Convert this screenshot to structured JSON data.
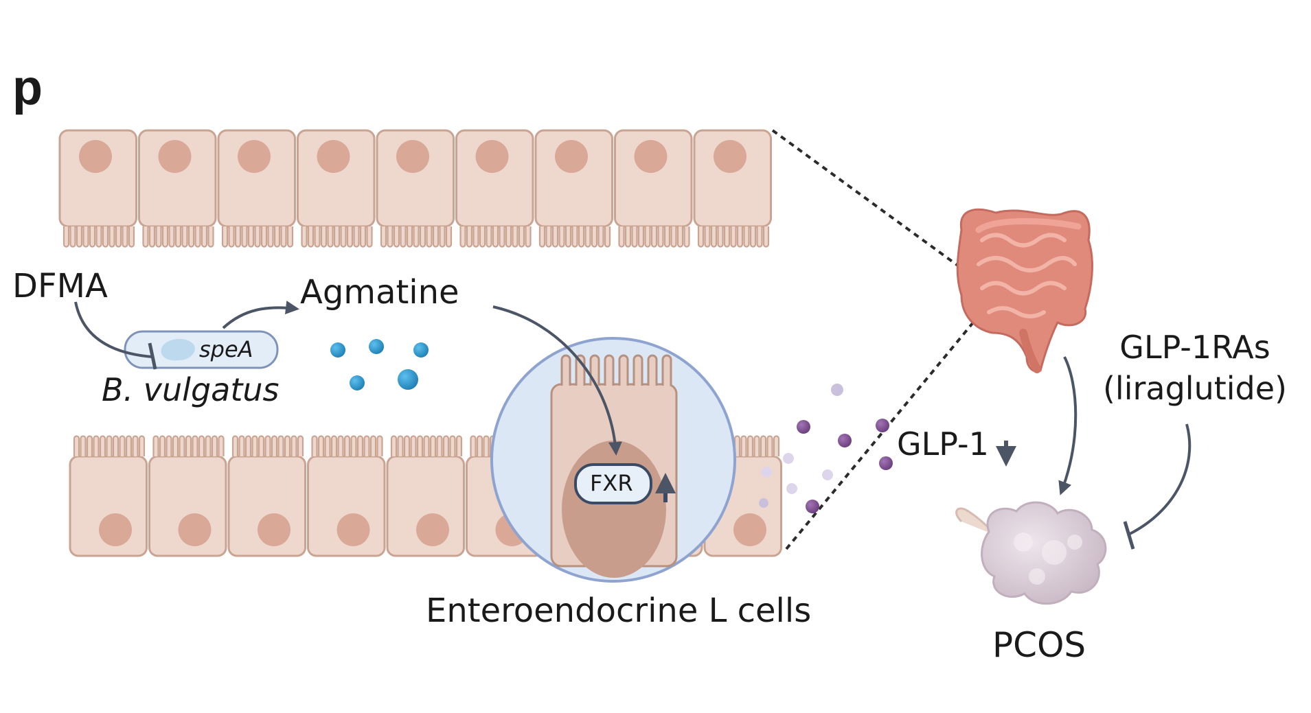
{
  "panel_letter": "p",
  "labels": {
    "dfma": "DFMA",
    "agmatine": "Agmatine",
    "spea": "speA",
    "b_vulgatus": "B. vulgatus",
    "fxr": "FXR",
    "enteroendocrine": "Enteroendocrine L cells",
    "glp1": "GLP-1",
    "glp1ras_line1": "GLP-1RAs",
    "glp1ras_line2": "(liraglutide)",
    "pcos": "PCOS"
  },
  "colors": {
    "cell_fill": "#eed8cd",
    "cell_stroke": "#caa493",
    "nucleus": "#d9a896",
    "arrow": "#4c5566",
    "agmatine_dot": "#1f8fc4",
    "glp1_dot": "#7b4b8c",
    "glp1_dot_light": "#c9c0dc",
    "bacteria_fill": "#e3edf8",
    "bacteria_stroke": "#7f93b9",
    "magnifier_fill": "#dce7f5",
    "magnifier_stroke": "#8ea3cf",
    "intestine": "#e08a7c",
    "ovary": "#dccfd6"
  },
  "icons": [
    "intestine-icon",
    "ovary-icon",
    "bacterium-icon",
    "magnifier-circle"
  ]
}
